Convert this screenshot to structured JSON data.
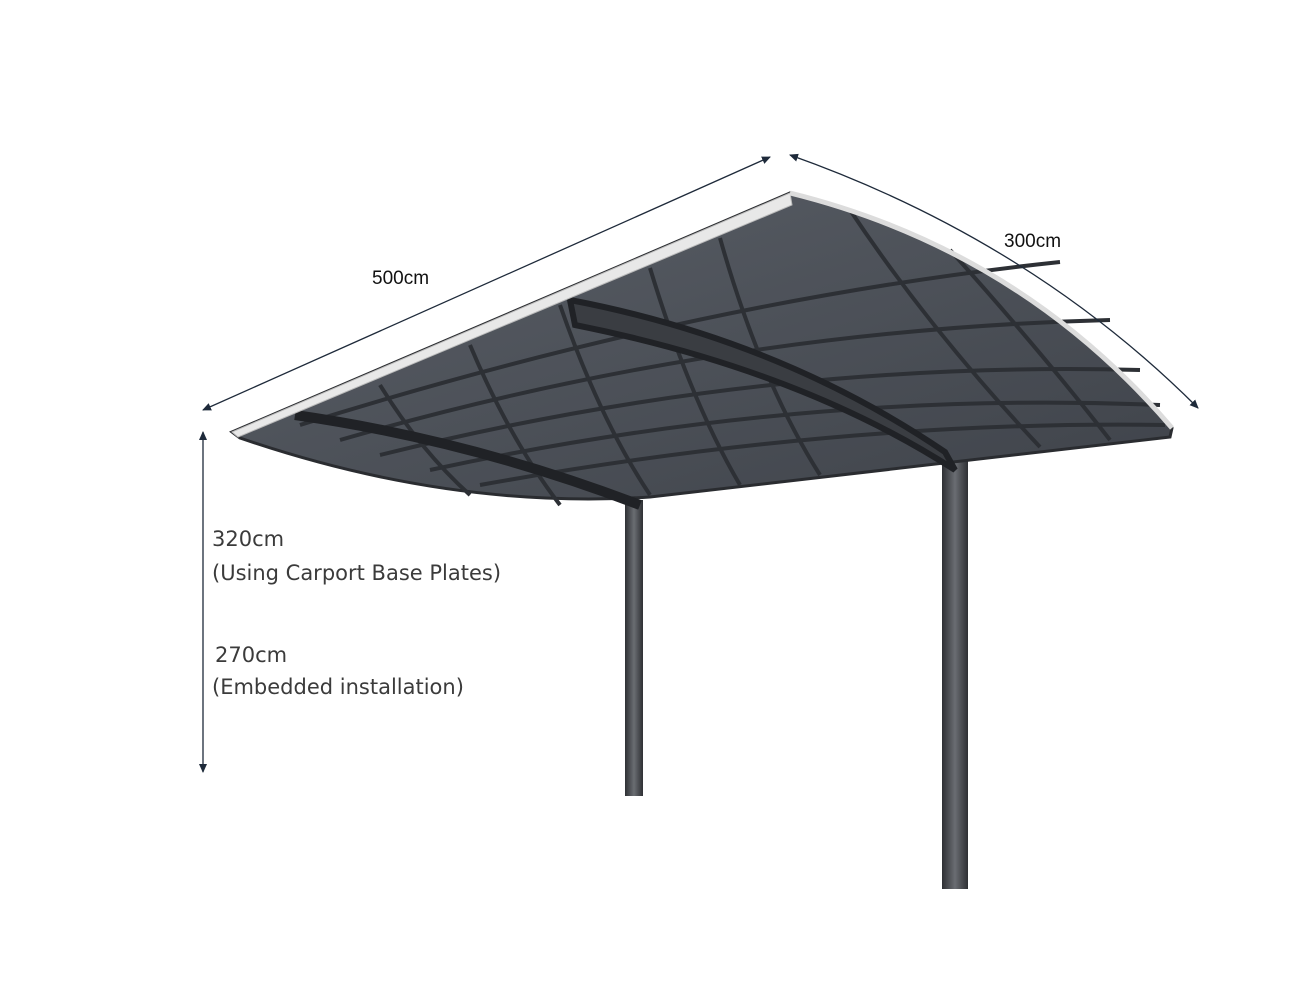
{
  "dimensions": {
    "length": "500cm",
    "width": "300cm",
    "height_base_plates": "320cm",
    "height_base_plates_note": "(Using Carport Base Plates)",
    "height_embedded": "270cm",
    "height_embedded_note": "(Embedded installation)"
  },
  "colors": {
    "roof_panel": "#4b4f57",
    "frame": "#3a3d42",
    "roof_edge": "#e6e6e6",
    "dimension_line": "#1e2a3a"
  }
}
